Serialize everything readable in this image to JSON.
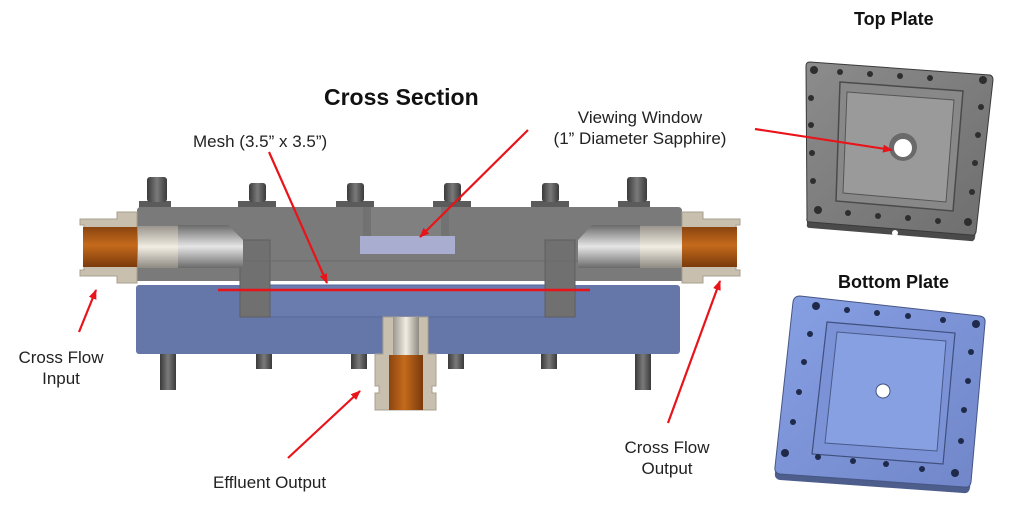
{
  "titles": {
    "cross_section": "Cross Section",
    "top_plate": "Top Plate",
    "bottom_plate": "Bottom Plate"
  },
  "labels": {
    "mesh": "Mesh (3.5” x 3.5”)",
    "viewing_window_line1": "Viewing Window",
    "viewing_window_line2": "(1” Diameter Sapphire)",
    "cross_flow_input_line1": "Cross Flow",
    "cross_flow_input_line2": "Input",
    "cross_flow_output_line1": "Cross Flow",
    "cross_flow_output_line2": "Output",
    "effluent_output": "Effluent Output"
  },
  "colors": {
    "top_plate_gray": "#7a7a7a",
    "bottom_plate_blue": "#6577a8",
    "bottom_plate_render_blue": "#7f98dc",
    "fitting_beige": "#c9bfae",
    "tubing_copper": "#b5651d",
    "sapphire_window": "#a9add0",
    "arrow_red": "#e8141a",
    "mesh_red": "#e8141a"
  }
}
